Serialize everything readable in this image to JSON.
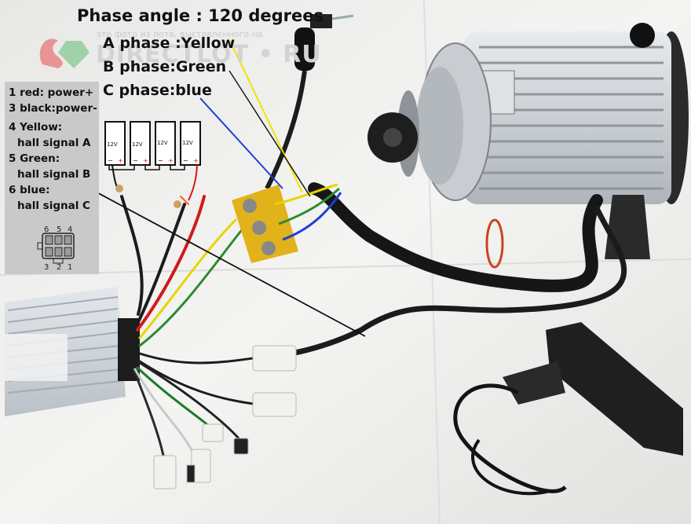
{
  "annotations": {
    "title": "Phase angle : 120 degrees",
    "phase_a": "A phase :Yellow",
    "phase_b": "B phase:Green",
    "phase_c": "C phase:blue"
  },
  "watermark": {
    "caption": "это фото из лота, выставленного на",
    "brand": "DIRECTLOT • RU"
  },
  "legend": {
    "lines": [
      "1 red: power+",
      "3 black:power-",
      "4 Yellow:",
      "hall signal A",
      "5 Green:",
      "hall signal B",
      "6 blue:",
      "hall signal C"
    ],
    "connector_pins": [
      "6",
      "5",
      "4",
      "3",
      "2",
      "1"
    ]
  },
  "batteries": [
    "12V",
    "12V",
    "12V",
    "12V"
  ],
  "colors": {
    "phase_a": "#f2e300",
    "phase_b": "#2b2b2b",
    "phase_c": "#1f3fd6",
    "power_positive": "#d81818"
  }
}
